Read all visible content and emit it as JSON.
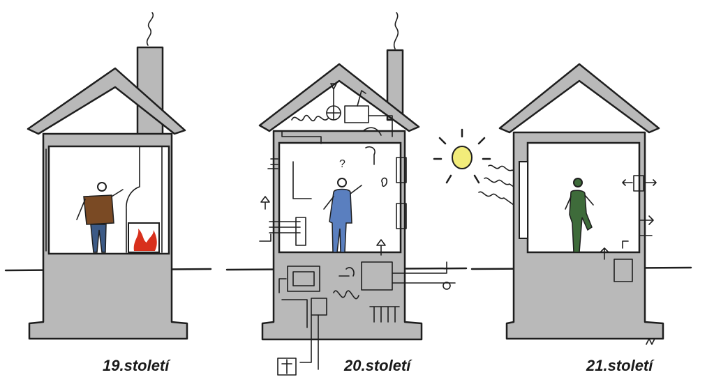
{
  "captions": {
    "century_19": "19.století",
    "century_20": "20.století",
    "century_21": "21.století"
  },
  "colors": {
    "wall": "#b9b9b9",
    "ink": "#1e1e1e",
    "interior": "#ffffff",
    "sun": "#f2ec7a",
    "person_19_shirt": "#7a4a24",
    "person_19_pants": "#3c5a86",
    "person_20_body": "#5a7fbf",
    "person_21_body": "#3e6b3a",
    "fire": "#d8301c"
  },
  "icons": {
    "fireplace": "fireplace-icon",
    "sun": "sun-icon",
    "smoke": "smoke-icon"
  }
}
